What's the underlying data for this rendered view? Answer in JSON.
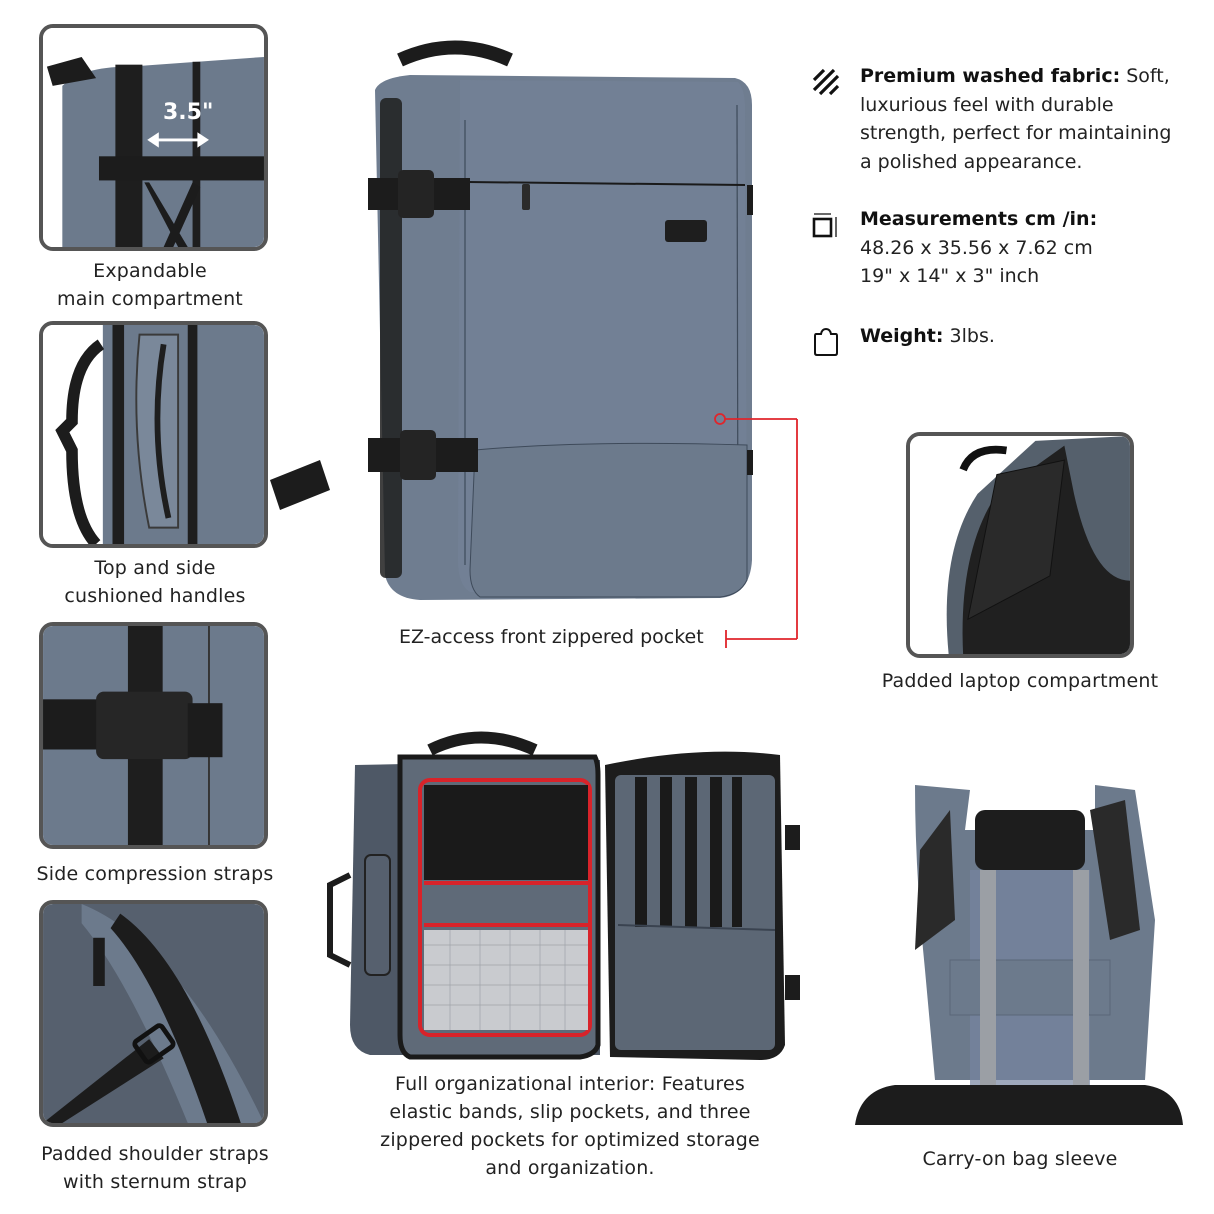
{
  "thumbnails": [
    {
      "id": "expandable",
      "caption_lines": [
        "Expandable",
        "main compartment"
      ],
      "overlay_text": "3.5\""
    },
    {
      "id": "handles",
      "caption_lines": [
        "Top and side",
        "cushioned handles"
      ]
    },
    {
      "id": "compression",
      "caption_lines": [
        "Side compression straps"
      ]
    },
    {
      "id": "shoulder",
      "caption_lines": [
        "Padded shoulder straps",
        "with sternum strap"
      ]
    }
  ],
  "main_product": {
    "callout_label": "EZ-access front zippered pocket",
    "callout_color": "#e0252b"
  },
  "features": [
    {
      "icon": "fabric-stripes-icon",
      "title": "Premium washed fabric:",
      "lines": [
        "Soft,",
        "luxurious feel with durable",
        "strength, perfect for maintaining",
        "a polished appearance."
      ]
    },
    {
      "icon": "dimensions-icon",
      "title": "Measurements cm /in:",
      "lines": [
        "48.26 x 35.56 x 7.62 cm",
        "19\" x 14\" x 3\" inch"
      ]
    },
    {
      "icon": "weight-scale-icon",
      "title": "Weight:",
      "lines": [
        "3lbs."
      ]
    }
  ],
  "laptop_panel": {
    "caption": "Padded laptop compartment"
  },
  "interior": {
    "caption_lines": [
      "Full organizational interior: Features",
      "elastic bands, slip pockets, and three",
      "zippered pockets for optimized storage",
      "and organization."
    ],
    "accent_color": "#d8232a"
  },
  "carry_on": {
    "caption": "Carry-on bag sleeve"
  },
  "colors": {
    "fabric": "#6c7a8c",
    "frame": "#555555",
    "strap": "#1c1c1c"
  }
}
